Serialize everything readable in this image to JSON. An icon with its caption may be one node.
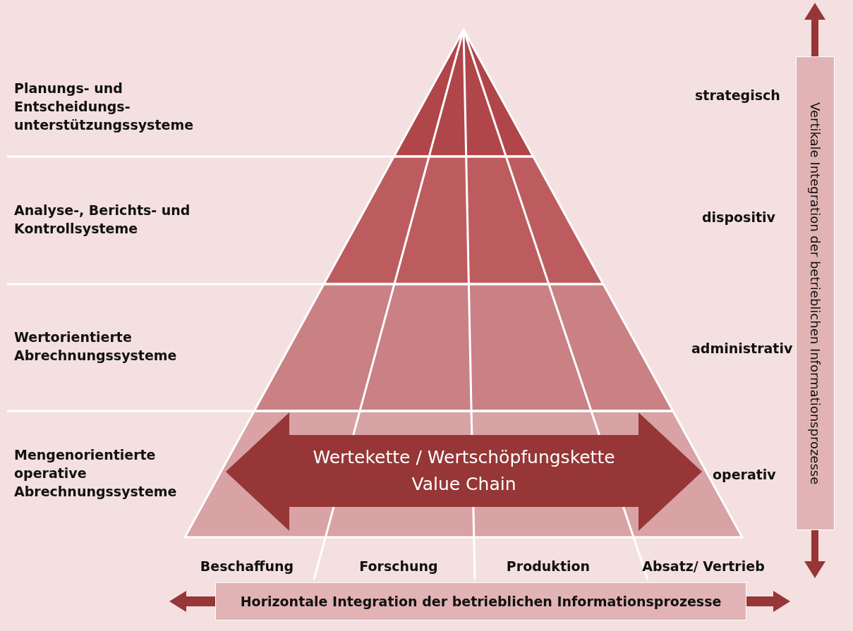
{
  "diagram": {
    "nodes": [
      {
        "text": [
          "Wertekette / Wertschöpfungskette",
          "Value Chain"
        ]
      },
      {
        "text": [
          "Horizontale Integration der betrieblichen Informationsprozesse"
        ]
      },
      {
        "text": [
          "Vertikale Integration der betrieblichen Informationsprozesse"
        ]
      }
    ],
    "labels": [
      "Planungs- und Entscheidungs- unterstützungssysteme",
      "strategisch",
      "Analyse-, Berichts- und Kontrollsysteme",
      "dispositiv",
      "Wertorientierte Abrechnungssysteme",
      "administrativ",
      "Mengenorientierte operative Abrechnungssysteme",
      "operativ",
      "Beschaffung",
      "Forschung",
      "Produktion",
      "Absatz/ Vertrieb"
    ]
  }
}
